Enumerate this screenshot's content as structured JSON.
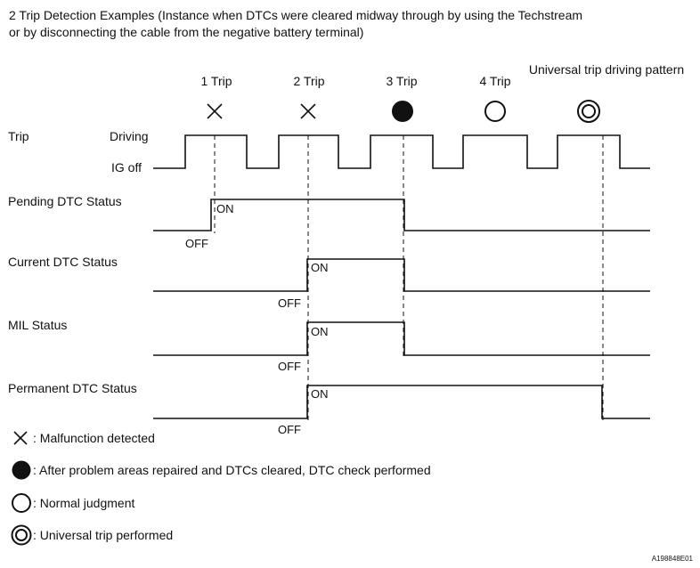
{
  "title": {
    "line1": "2 Trip Detection Examples (Instance when DTCs were cleared midway through by using the Techstream",
    "line2": "or by disconnecting the cable from the negative battery terminal)"
  },
  "trip_headers": [
    "1 Trip",
    "2 Trip",
    "3 Trip",
    "4 Trip",
    "Universal trip driving pattern"
  ],
  "trip_markers": [
    "cross-icon",
    "cross-icon",
    "filled-circle-icon",
    "open-circle-icon",
    "double-circle-icon"
  ],
  "rows": {
    "trip": {
      "label": "Trip",
      "high": "Driving",
      "low": "IG off"
    },
    "pending": {
      "label": "Pending DTC Status",
      "on": "ON",
      "off": "OFF"
    },
    "current": {
      "label": "Current DTC Status",
      "on": "ON",
      "off": "OFF"
    },
    "mil": {
      "label": "MIL Status",
      "on": "ON",
      "off": "OFF"
    },
    "permanent": {
      "label": "Permanent DTC Status",
      "on": "ON",
      "off": "OFF"
    }
  },
  "legend": [
    {
      "icon": "cross-icon",
      "text": ": Malfunction detected"
    },
    {
      "icon": "filled-circle-icon",
      "text": ": After problem areas repaired and DTCs cleared, DTC check performed"
    },
    {
      "icon": "open-circle-icon",
      "text": ": Normal judgment"
    },
    {
      "icon": "double-circle-icon",
      "text": ": Universal trip performed"
    }
  ],
  "figure_code": "A198848E01"
}
